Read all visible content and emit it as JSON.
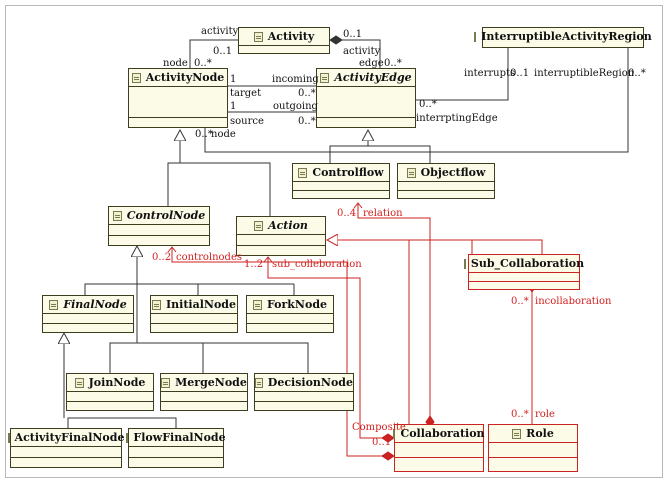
{
  "classes": {
    "activity": "Activity",
    "interruptible_region": "InterruptibleActivityRegion",
    "activity_node": "ActivityNode",
    "activity_edge": "ActivityEdge",
    "controlflow": "Controlflow",
    "objectflow": "Objectflow",
    "control_node": "ControlNode",
    "action": "Action",
    "sub_collaboration": "Sub_Collaboration",
    "final_node": "FinalNode",
    "initial_node": "InitialNode",
    "fork_node": "ForkNode",
    "join_node": "JoinNode",
    "merge_node": "MergeNode",
    "decision_node": "DecisionNode",
    "activity_final_node": "ActivityFinalNode",
    "flow_final_node": "FlowFinalNode",
    "collaboration": "Collaboration",
    "role": "Role"
  },
  "labels": {
    "activity_role_a": "activity",
    "activity_mult_a": "0..1",
    "node_role": "node",
    "node_mult": "0..*",
    "activity_mult_b": "0..1",
    "activity_role_b": "activity",
    "edge_role": "edge",
    "edge_mult": "0..*",
    "incoming_mult": "1",
    "incoming_role": "incoming",
    "target_role": "target",
    "target_mult": "0..*",
    "outgoing_mult": "1",
    "outgoing_role": "outgoing",
    "source_role": "source",
    "source_mult": "0..*",
    "node_mult2": "0..*",
    "node_role2": "node",
    "interrupts_role": "interrupts",
    "interrupts_mult": "0..1",
    "region_role": "interruptibleRegion",
    "region_mult": "0..*",
    "interrupting_mult": "0..*",
    "interrupting_role": "interrptingEdge",
    "relation_mult": "0..4",
    "relation_role": "relation",
    "controlnodes_mult": "0..2",
    "controlnodes_role": "controlnodes",
    "subcollab_mult": "1..2",
    "subcollab_role": "sub_colleboration",
    "incollab_mult": "0..*",
    "incollab_role": "incollaboration",
    "role_mult": "0..*",
    "role_role": "role",
    "composite_role": "Composite",
    "composite_mult": "0..1"
  }
}
